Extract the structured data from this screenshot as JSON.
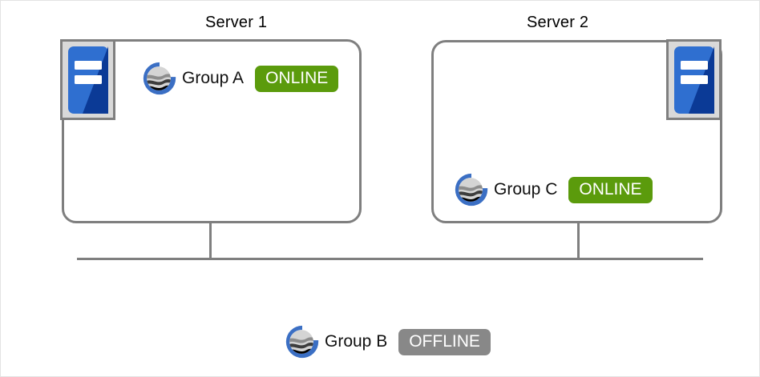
{
  "diagram": {
    "type": "cluster-topology",
    "background": "#ffffff",
    "line_color": "#7f7f7f",
    "servers": [
      {
        "id": "server-1",
        "title": "Server 1",
        "icon": "server-icon",
        "icon_position": "top-left",
        "groups": [
          {
            "id": "group-a",
            "logo": "globe-g-logo-icon",
            "label": "Group A",
            "status": "ONLINE",
            "status_color": "#5b9b0c"
          }
        ]
      },
      {
        "id": "server-2",
        "title": "Server 2",
        "icon": "server-icon",
        "icon_position": "top-right",
        "groups": [
          {
            "id": "group-c",
            "logo": "globe-g-logo-icon",
            "label": "Group  C",
            "status": "ONLINE",
            "status_color": "#5b9b0c"
          }
        ]
      }
    ],
    "detached_groups": [
      {
        "id": "group-b",
        "logo": "globe-g-logo-icon",
        "label": "Group  B",
        "status": "OFFLINE",
        "status_color": "#888888"
      }
    ]
  }
}
